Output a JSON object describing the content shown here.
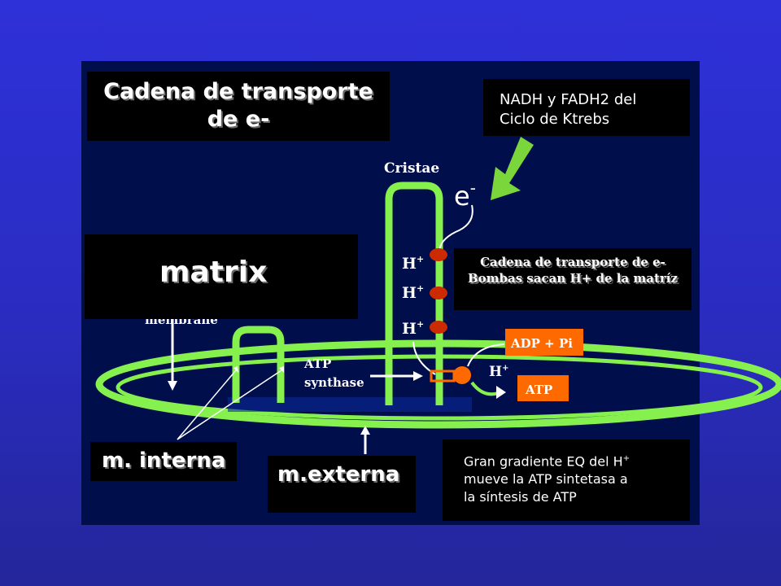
{
  "title": {
    "line1": "Cadena de transporte",
    "line2": "de e-"
  },
  "nadh": {
    "line1": "NADH y FADH2 del",
    "line2": "Ciclo de Ktrebs"
  },
  "matrix_label": "matrix",
  "chain": {
    "line1": "Cadena de transporte de e-",
    "line2": "Bombas sacan H+ de la matríz"
  },
  "inner_membrane_label": "m. interna",
  "outer_membrane_label": "m.externa",
  "gradient": {
    "line1_text": "Gran gradiente EQ del H",
    "line1_sup": "+",
    "line2": "mueve la ATP sintetasa a",
    "line3": "la síntesis de ATP"
  },
  "figure": {
    "cristae": "Cristae",
    "electron": "e",
    "electron_sup": "-",
    "h_plus": "H",
    "h_plus_sup": "+",
    "atp_synthase_line1": "ATP",
    "atp_synthase_line2": "synthase",
    "adp_pi": "ADP + Pi",
    "atp": "ATP",
    "membrane_partial": "membrane"
  },
  "colors": {
    "membrane": "#86f04e",
    "arrow_green": "#7ad63a",
    "pump": "#cc2a00",
    "orange_box": "#ff6a00"
  }
}
